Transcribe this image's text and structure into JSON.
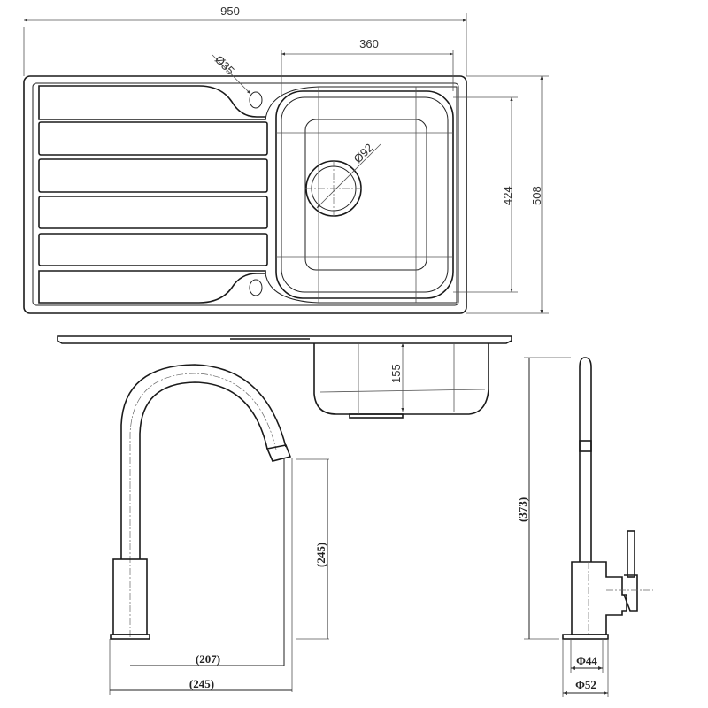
{
  "drawing": {
    "sink_top_view": {
      "overall_width": "950",
      "bowl_width": "360",
      "tap_hole_diameter": "Ø35",
      "waste_diameter": "Ø92",
      "bowl_length": "424",
      "overall_length": "508"
    },
    "sink_side_view": {
      "bowl_depth": "155"
    },
    "tap_front_view": {
      "spout_height": "(245)",
      "spout_reach_center": "(207)",
      "spout_reach_total": "(245)"
    },
    "tap_side_view": {
      "total_height": "(373)",
      "body_diameter": "Φ44",
      "base_diameter": "Φ52"
    }
  }
}
